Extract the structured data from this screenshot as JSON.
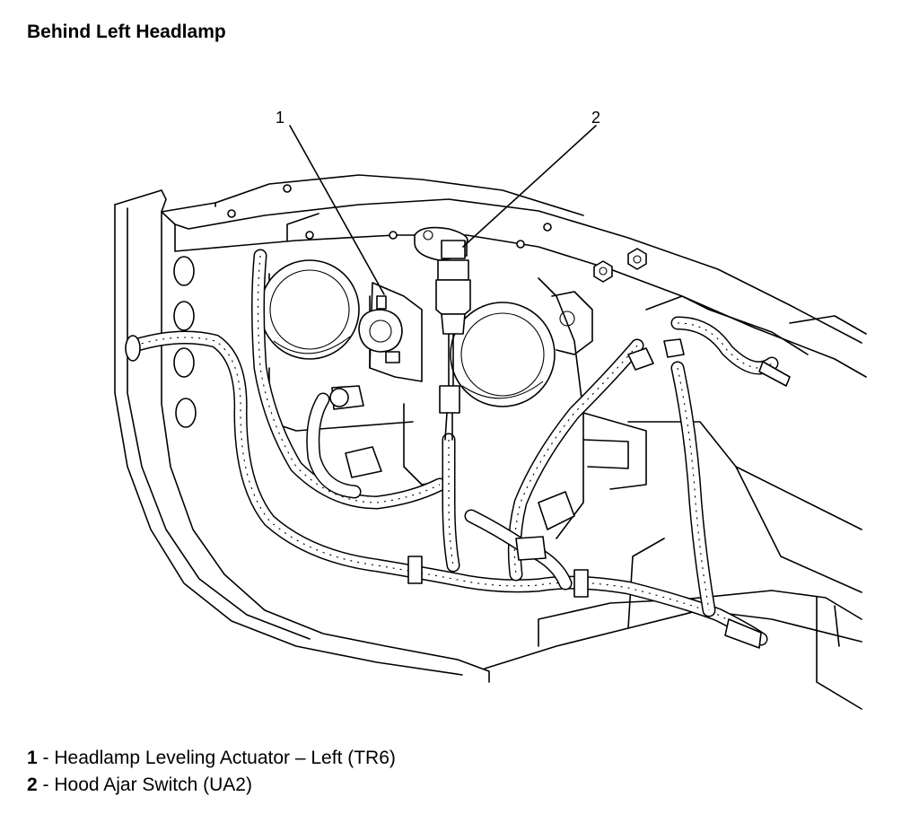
{
  "title": "Behind Left Headlamp",
  "callouts": [
    {
      "number": "1",
      "label": "Headlamp Leveling Actuator – Left (TR6)"
    },
    {
      "number": "2",
      "label": "Hood Ajar Switch (UA2)"
    }
  ],
  "legend_separator": " - "
}
